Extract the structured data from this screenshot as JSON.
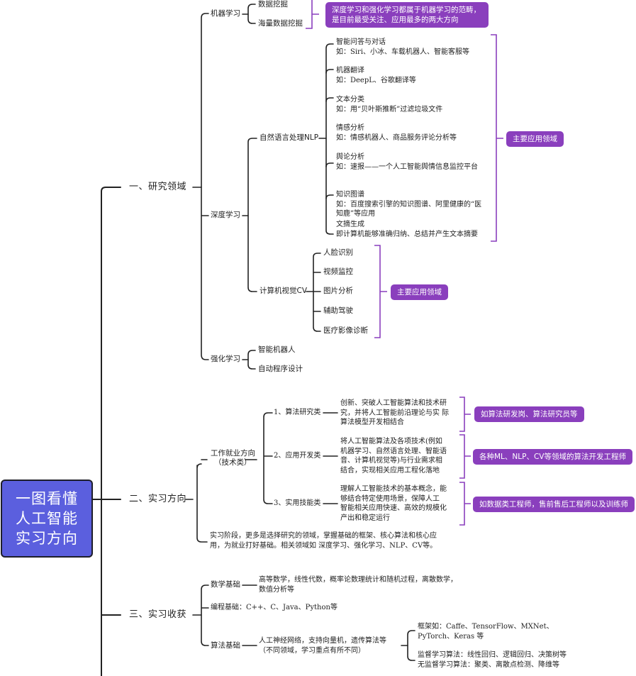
{
  "root": {
    "title_lines": [
      "一图看懂",
      "人工智能",
      "实习方向"
    ]
  },
  "colors": {
    "root_fill": "#5b5fde",
    "tag_fill": "#8a3fbd",
    "bracket": "#8a3fbd",
    "line": "#222222"
  },
  "sections": {
    "research": {
      "label": "一、研究领域",
      "ml": {
        "label": "机器学习",
        "children": [
          "数据挖掘",
          "海量数据挖掘"
        ],
        "note": "深度学习和强化学习都属于机器学习的范畴，是目前最受关注、应用最多的两大方向"
      },
      "dl": {
        "label": "深度学习",
        "nlp": {
          "label": "自然语言处理NLP",
          "items": [
            {
              "title": "智能问答与对话",
              "desc": "如：Siri、小冰、车载机器人、智能客服等"
            },
            {
              "title": "机器翻译",
              "desc": "如：DeepL、谷歌翻译等"
            },
            {
              "title": "文本分类",
              "desc": "如：用“贝叶斯推断”过滤垃圾文件"
            },
            {
              "title": "情感分析",
              "desc": "如：情感机器人、商品服务评论分析等"
            },
            {
              "title": "舆论分析",
              "desc": "如：速报——一个人工智能舆情信息监控平台"
            },
            {
              "title": "知识图谱",
              "desc": "如：百度搜索引擎的知识图谱、阿里健康的“医",
              "desc2": "知鹿”等应用"
            },
            {
              "title": "文摘生成",
              "desc": "即计算机能够准确归纳、总结并产生文本摘要"
            }
          ],
          "tag": "主要应用领域"
        },
        "cv": {
          "label": "计算机视觉CV",
          "items": [
            "人脸识别",
            "视频监控",
            "图片分析",
            "辅助驾驶",
            "医疗影像诊断"
          ],
          "tag": "主要应用领域"
        }
      },
      "rl": {
        "label": "强化学习",
        "children": [
          "智能机器人",
          "自动程序设计"
        ]
      }
    },
    "direction": {
      "label": "二、实习方向",
      "job": {
        "label_line1": "工作就业方向",
        "label_line2": "（技术类）",
        "types": [
          {
            "label": "1、算法研究类",
            "desc": [
              "创新、突破人工智能算法和技术研",
              "究，并将人工智能前沿理论与实 际",
              "算法模型开发相结合"
            ],
            "tag": "如算法研发岗、算法研究员等"
          },
          {
            "label": "2、应用开发类",
            "desc": [
              "将人工智能算法及各项技术(例如",
              "机器学习、自然语言处理、智能语",
              "音、计算机视觉等)与行业需求相",
              "结合，实现相关应用工程化落地"
            ],
            "tag": "各种ML、NLP、CV等领域的算法开发工程师"
          },
          {
            "label": "3、实用技能类",
            "desc": [
              "理解人工智能技术的基本概念，能",
              "够结合特定使用场景，保障人工",
              "智能相关应用快速、高效的规模化",
              "产出和稳定运行"
            ],
            "tag": "如数据类工程师，售前售后工程师以及训练师"
          }
        ]
      },
      "internship_note": [
        "实习阶段，更多是选择研究的领域，掌握基础的框架、核心算法和核心应",
        "用，为就业打好基础。相关领域如 深度学习、强化学习、NLP、CV等。"
      ]
    },
    "gains": {
      "label": "三、实习收获",
      "math": {
        "label": "数学基础",
        "desc": [
          "高等数学，线性代数，概率论数理统计和随机过程，离散数学，",
          "数值分析等"
        ]
      },
      "programming": {
        "label": "编程基础：C++、C、Java、Python等"
      },
      "algorithm": {
        "label": "算法基础",
        "desc": [
          "人工神经网络，支持向量机，遗传算法等",
          "（不同领域，学习重点有所不同）"
        ],
        "frameworks": [
          "框架如：Caffe、TensorFlow、MXNet、",
          "PyTorch、Keras 等"
        ],
        "algorithms": [
          "监督学习算法：线性回归、逻辑回归、决策树等",
          "无监督学习算法：聚类、离散点检测、降维等"
        ]
      }
    }
  }
}
